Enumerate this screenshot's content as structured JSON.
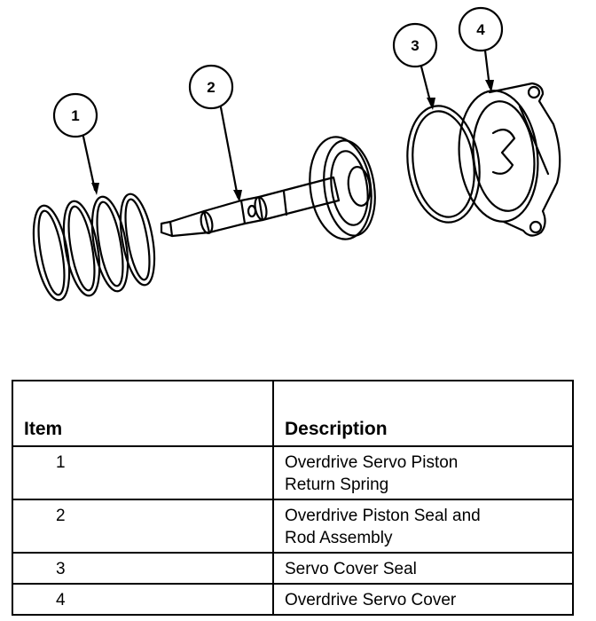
{
  "callouts": [
    "1",
    "2",
    "3",
    "4"
  ],
  "table": {
    "headers": {
      "item": "Item",
      "description": "Description"
    },
    "rows": [
      {
        "item": "1",
        "description_line1": "Overdrive Servo Piston",
        "description_line2": "Return Spring"
      },
      {
        "item": "2",
        "description_line1": "Overdrive Piston Seal and",
        "description_line2": "Rod Assembly"
      },
      {
        "item": "3",
        "description_line1": "Servo Cover Seal",
        "description_line2": ""
      },
      {
        "item": "4",
        "description_line1": "Overdrive Servo Cover",
        "description_line2": ""
      }
    ]
  }
}
